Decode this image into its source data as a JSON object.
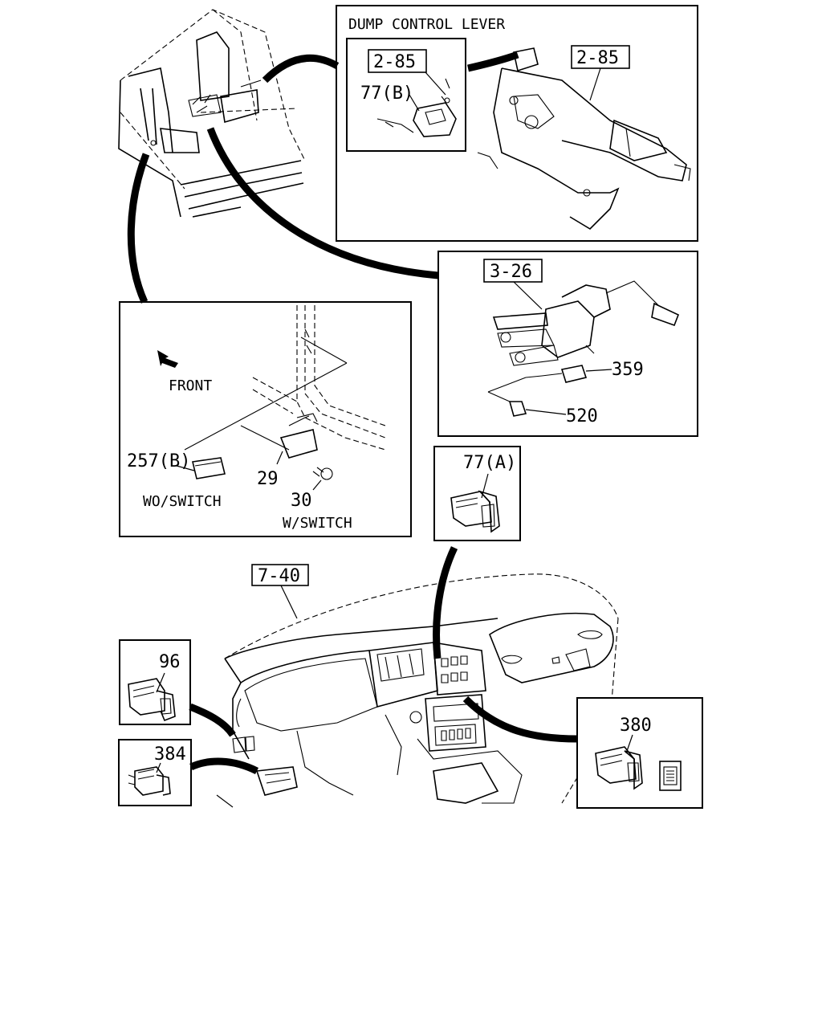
{
  "diagram": {
    "dump_panel": {
      "title": "DUMP CONTROL LEVER",
      "ref_small": "2-85",
      "ref_large": "2-85",
      "part": "77(B)"
    },
    "valve_panel": {
      "ref": "3-26",
      "part_a": "359",
      "part_b": "520"
    },
    "front_panel": {
      "direction": "FRONT",
      "part_a": "257(B)",
      "note_a": "WO/SWITCH",
      "part_b": "29",
      "part_c": "30",
      "note_b": "W/SWITCH"
    },
    "switch_77a": {
      "part": "77(A)"
    },
    "dash_ref": "7-40",
    "switch_96": {
      "part": "96"
    },
    "switch_384": {
      "part": "384"
    },
    "switch_380": {
      "part": "380"
    }
  }
}
